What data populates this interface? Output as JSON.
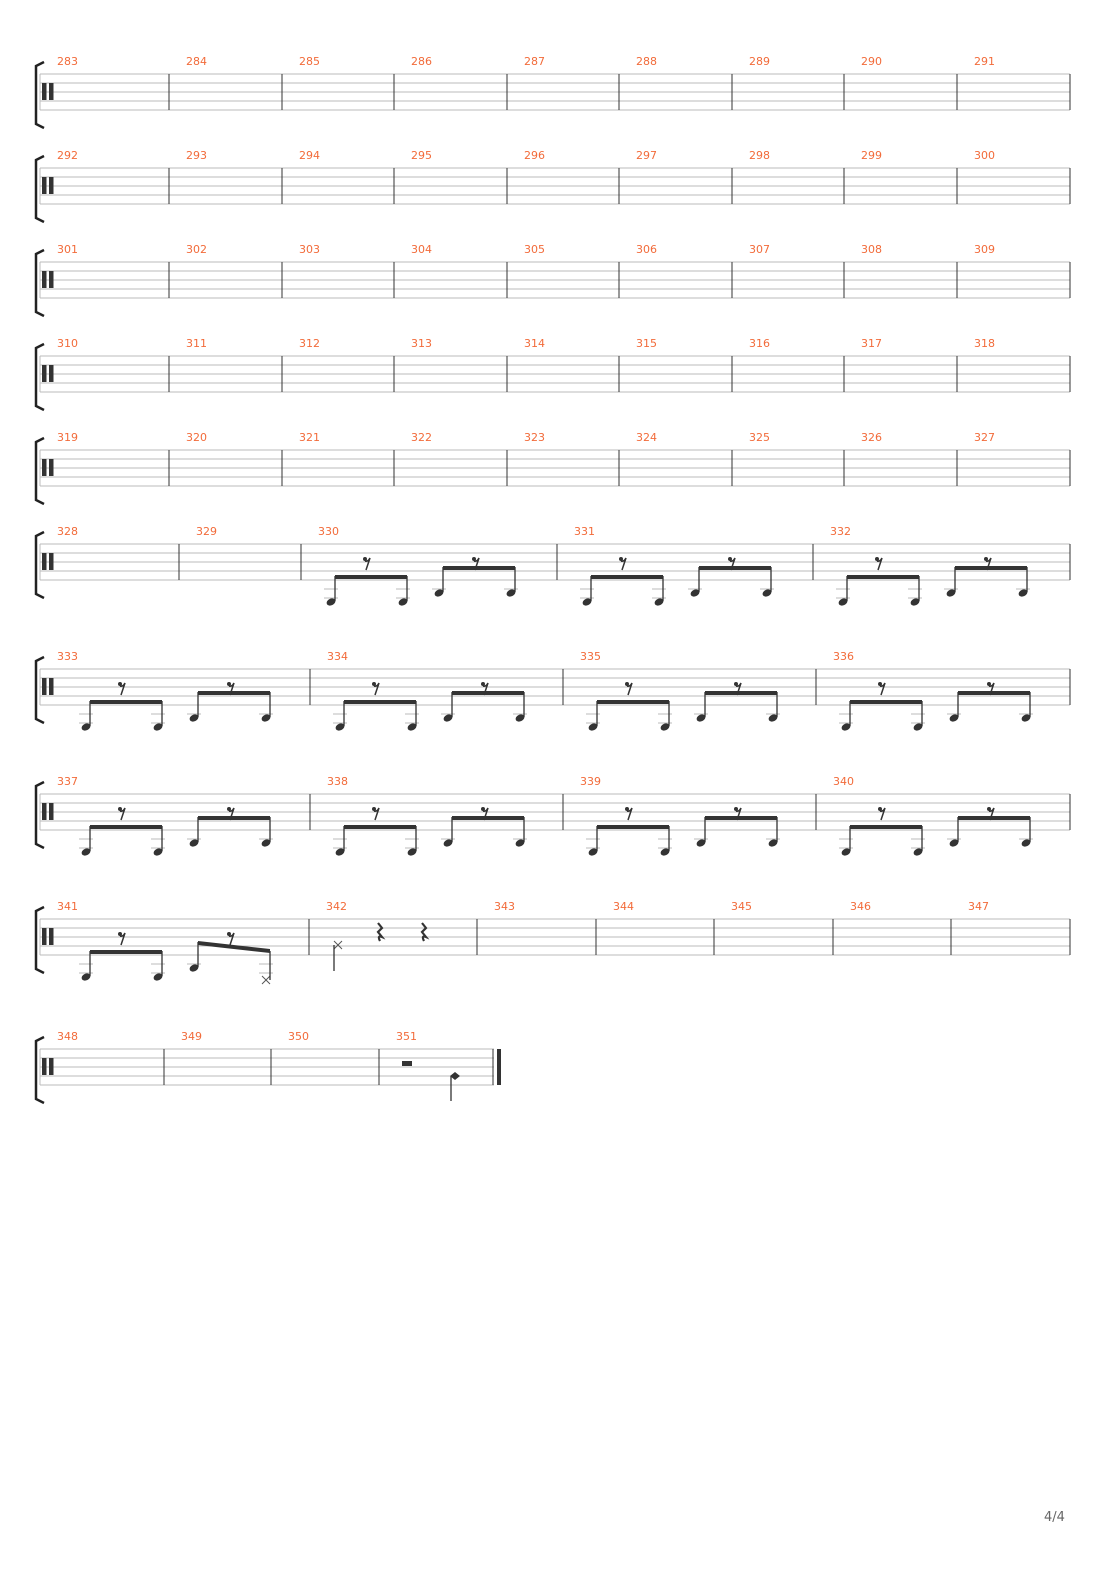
{
  "page": {
    "number": "4/4"
  },
  "colors": {
    "measure_number": "#f26b3a",
    "staff_line": "#bbbbbb",
    "barline": "#333333",
    "notes": "#333333"
  },
  "systems": [
    {
      "measures": [
        {
          "n": "283",
          "content": "empty"
        },
        {
          "n": "284",
          "content": "empty"
        },
        {
          "n": "285",
          "content": "empty"
        },
        {
          "n": "286",
          "content": "empty"
        },
        {
          "n": "287",
          "content": "empty"
        },
        {
          "n": "288",
          "content": "empty"
        },
        {
          "n": "289",
          "content": "empty"
        },
        {
          "n": "290",
          "content": "empty"
        },
        {
          "n": "291",
          "content": "empty"
        }
      ]
    },
    {
      "measures": [
        {
          "n": "292",
          "content": "empty"
        },
        {
          "n": "293",
          "content": "empty"
        },
        {
          "n": "294",
          "content": "empty"
        },
        {
          "n": "295",
          "content": "empty"
        },
        {
          "n": "296",
          "content": "empty"
        },
        {
          "n": "297",
          "content": "empty"
        },
        {
          "n": "298",
          "content": "empty"
        },
        {
          "n": "299",
          "content": "empty"
        },
        {
          "n": "300",
          "content": "empty"
        }
      ]
    },
    {
      "measures": [
        {
          "n": "301",
          "content": "empty"
        },
        {
          "n": "302",
          "content": "empty"
        },
        {
          "n": "303",
          "content": "empty"
        },
        {
          "n": "304",
          "content": "empty"
        },
        {
          "n": "305",
          "content": "empty"
        },
        {
          "n": "306",
          "content": "empty"
        },
        {
          "n": "307",
          "content": "empty"
        },
        {
          "n": "308",
          "content": "empty"
        },
        {
          "n": "309",
          "content": "empty"
        }
      ]
    },
    {
      "measures": [
        {
          "n": "310",
          "content": "empty"
        },
        {
          "n": "311",
          "content": "empty"
        },
        {
          "n": "312",
          "content": "empty"
        },
        {
          "n": "313",
          "content": "empty"
        },
        {
          "n": "314",
          "content": "empty"
        },
        {
          "n": "315",
          "content": "empty"
        },
        {
          "n": "316",
          "content": "empty"
        },
        {
          "n": "317",
          "content": "empty"
        },
        {
          "n": "318",
          "content": "empty"
        }
      ]
    },
    {
      "measures": [
        {
          "n": "319",
          "content": "empty"
        },
        {
          "n": "320",
          "content": "empty"
        },
        {
          "n": "321",
          "content": "empty"
        },
        {
          "n": "322",
          "content": "empty"
        },
        {
          "n": "323",
          "content": "empty"
        },
        {
          "n": "324",
          "content": "empty"
        },
        {
          "n": "325",
          "content": "empty"
        },
        {
          "n": "326",
          "content": "empty"
        },
        {
          "n": "327",
          "content": "empty"
        }
      ]
    },
    {
      "measures": [
        {
          "n": "328",
          "content": "empty"
        },
        {
          "n": "329",
          "content": "empty"
        },
        {
          "n": "330",
          "content": "groove"
        },
        {
          "n": "331",
          "content": "groove"
        },
        {
          "n": "332",
          "content": "groove"
        }
      ]
    },
    {
      "measures": [
        {
          "n": "333",
          "content": "groove"
        },
        {
          "n": "334",
          "content": "groove"
        },
        {
          "n": "335",
          "content": "groove"
        },
        {
          "n": "336",
          "content": "groove"
        }
      ]
    },
    {
      "measures": [
        {
          "n": "337",
          "content": "groove"
        },
        {
          "n": "338",
          "content": "groove"
        },
        {
          "n": "339",
          "content": "groove"
        },
        {
          "n": "340",
          "content": "groove"
        }
      ]
    },
    {
      "measures": [
        {
          "n": "341",
          "content": "groove-end"
        },
        {
          "n": "342",
          "content": "crash-rests"
        },
        {
          "n": "343",
          "content": "empty"
        },
        {
          "n": "344",
          "content": "empty"
        },
        {
          "n": "345",
          "content": "empty"
        },
        {
          "n": "346",
          "content": "empty"
        },
        {
          "n": "347",
          "content": "empty"
        }
      ]
    },
    {
      "measures": [
        {
          "n": "348",
          "content": "empty"
        },
        {
          "n": "349",
          "content": "empty"
        },
        {
          "n": "350",
          "content": "empty"
        },
        {
          "n": "351",
          "content": "final"
        }
      ]
    }
  ]
}
